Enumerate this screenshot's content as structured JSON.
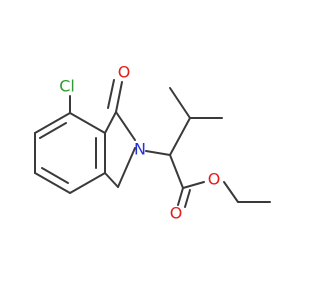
{
  "molecule": {
    "atoms": [
      {
        "id": "cl",
        "label": "Cl",
        "color": "#2e9c2e"
      },
      {
        "id": "o_keto",
        "label": "O",
        "color": "#e0211b"
      },
      {
        "id": "n",
        "label": "N",
        "color": "#2432d6"
      },
      {
        "id": "o_ester_carbonyl",
        "label": "O",
        "color": "#e0211b"
      },
      {
        "id": "o_ester",
        "label": "O",
        "color": "#e0211b"
      }
    ],
    "bond_color": "#3a3a3a"
  }
}
